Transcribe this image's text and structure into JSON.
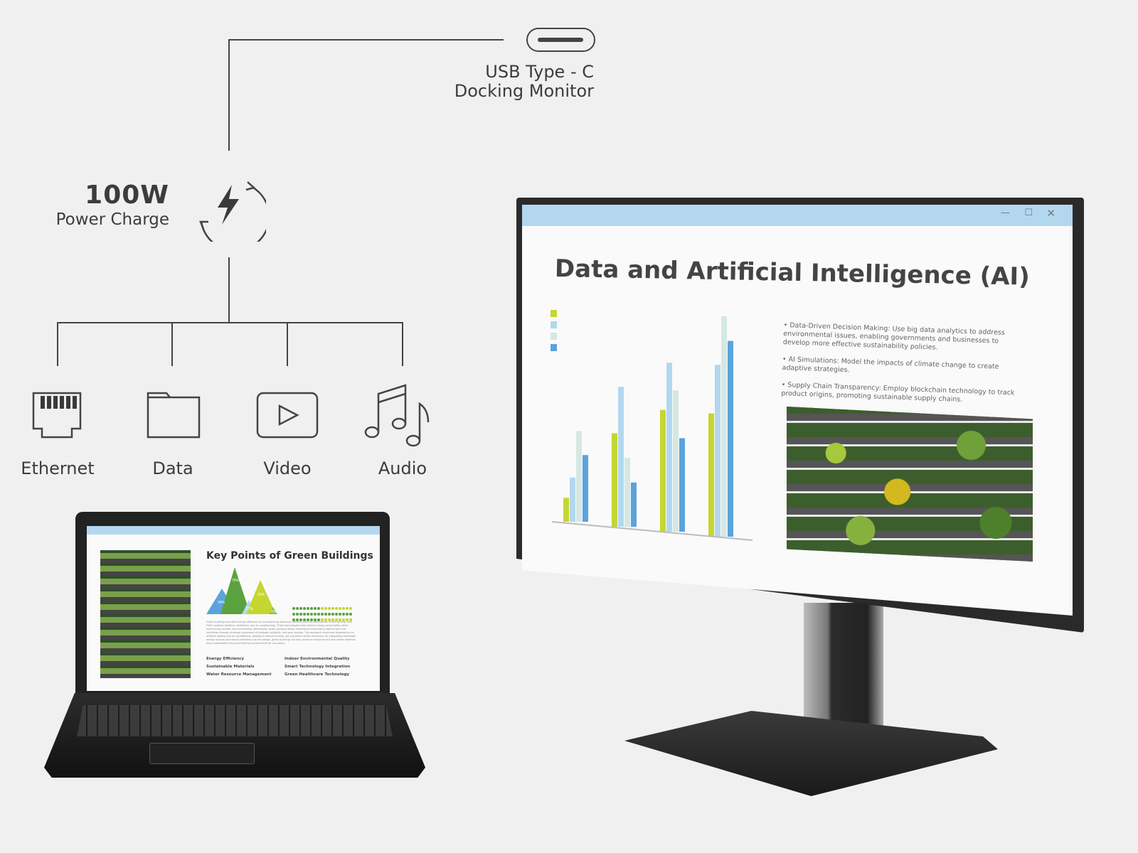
{
  "usb": {
    "icon": "usb-c-port-icon",
    "line1": "USB Type - C",
    "line2": "Docking Monitor"
  },
  "power": {
    "icon": "charging-bolt-icon",
    "value": "100W",
    "label": "Power Charge"
  },
  "features": [
    {
      "icon": "ethernet-icon",
      "label": "Ethernet"
    },
    {
      "icon": "folder-icon",
      "label": "Data"
    },
    {
      "icon": "video-play-icon",
      "label": "Video"
    },
    {
      "icon": "music-notes-icon",
      "label": "Audio"
    }
  ],
  "laptop_screen": {
    "title": "Key Points of Green Buildings",
    "triangle_labels": [
      "75%",
      "34%",
      "27%",
      "63%",
      "8%"
    ],
    "paragraph": "Green buildings prioritize energy efficiency by incorporating advanced systems such as solar panels, smart lighting, and HVAC systems (heating, ventilation, and air conditioning). These technologies help reduce energy consumption while maintaining comfort and functionality. Additionally, green building design emphasizes maximizing natural light and ventilation through strategic placement of windows, skylights, and open layouts. This approach minimizes dependence on artificial lighting and air conditioning, leading to reduced energy use and lower carbon emissions. By integrating renewable energy sources and natural elements into the design, green buildings not only conserve resources but also create healthier, more sustainable living and working environments for occupants.",
    "bullets_left": [
      "Energy Efficiency",
      "Sustainable Materials",
      "Water Resource Management"
    ],
    "bullets_right": [
      "Indoor Environmental Quality",
      "Smart Technology Integration",
      "Green Healthcare Technology"
    ]
  },
  "monitor_screen": {
    "title": "Data and Artificial Intelligence (AI)",
    "window_controls": [
      "minimize-icon",
      "maximize-icon",
      "close-icon"
    ],
    "bullets": [
      "Data-Driven Decision Making: Use big data analytics to address environmental issues, enabling governments and businesses to develop more effective sustainability policies.",
      "AI Simulations: Model the impacts of climate change to create adaptive strategies.",
      "Supply Chain Transparency: Employ blockchain technology to track product origins, promoting sustainable supply chains."
    ],
    "chart": {
      "type": "bar",
      "series_colors": [
        "#c5d630",
        "#b3d7ef",
        "#d5e8e3",
        "#5ba3dc"
      ],
      "groups": [
        [
          33,
          61,
          125,
          92
        ],
        [
          129,
          193,
          95,
          61
        ],
        [
          168,
          233,
          195,
          129
        ],
        [
          170,
          237,
          304,
          270
        ]
      ]
    }
  },
  "colors": {
    "accent_blue": "#b3d7ef",
    "green": "#5aa23e",
    "lime": "#c5d630"
  }
}
